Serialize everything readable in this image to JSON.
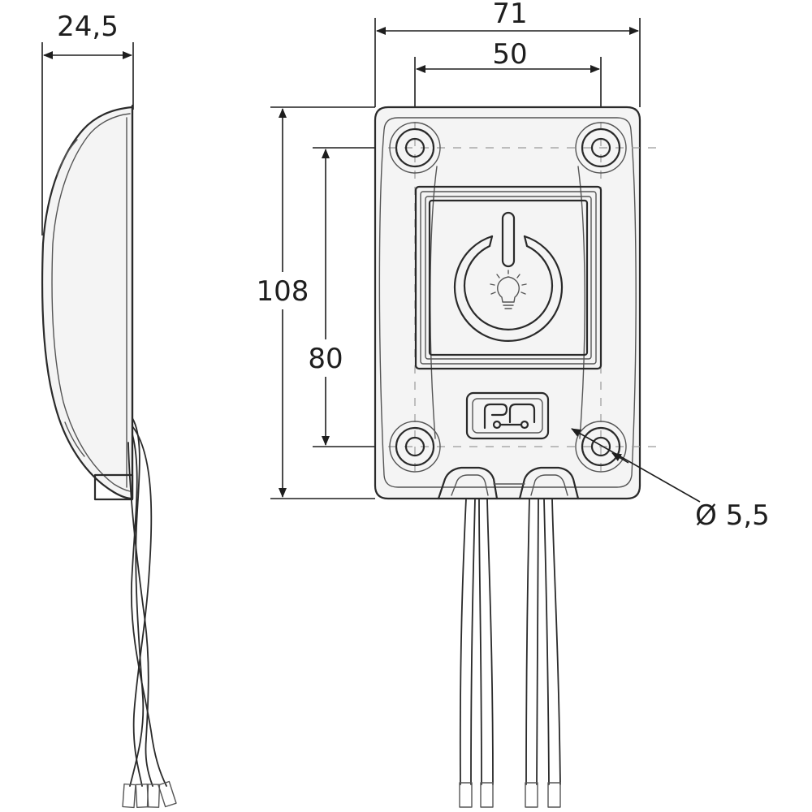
{
  "dimensions": {
    "depth": "24,5",
    "width_overall": "71",
    "width_holes": "50",
    "height_overall": "108",
    "height_holes": "80",
    "hole_diameter": "Ø 5,5"
  },
  "colors": {
    "line": "#2a2a2a",
    "dimension": "#1e1e1e",
    "centerline": "#9a9a9a"
  },
  "icons": {
    "button_symbol": "power-icon",
    "lamp_symbol": "light-bulb-icon",
    "logo": "rv-logo-icon"
  }
}
